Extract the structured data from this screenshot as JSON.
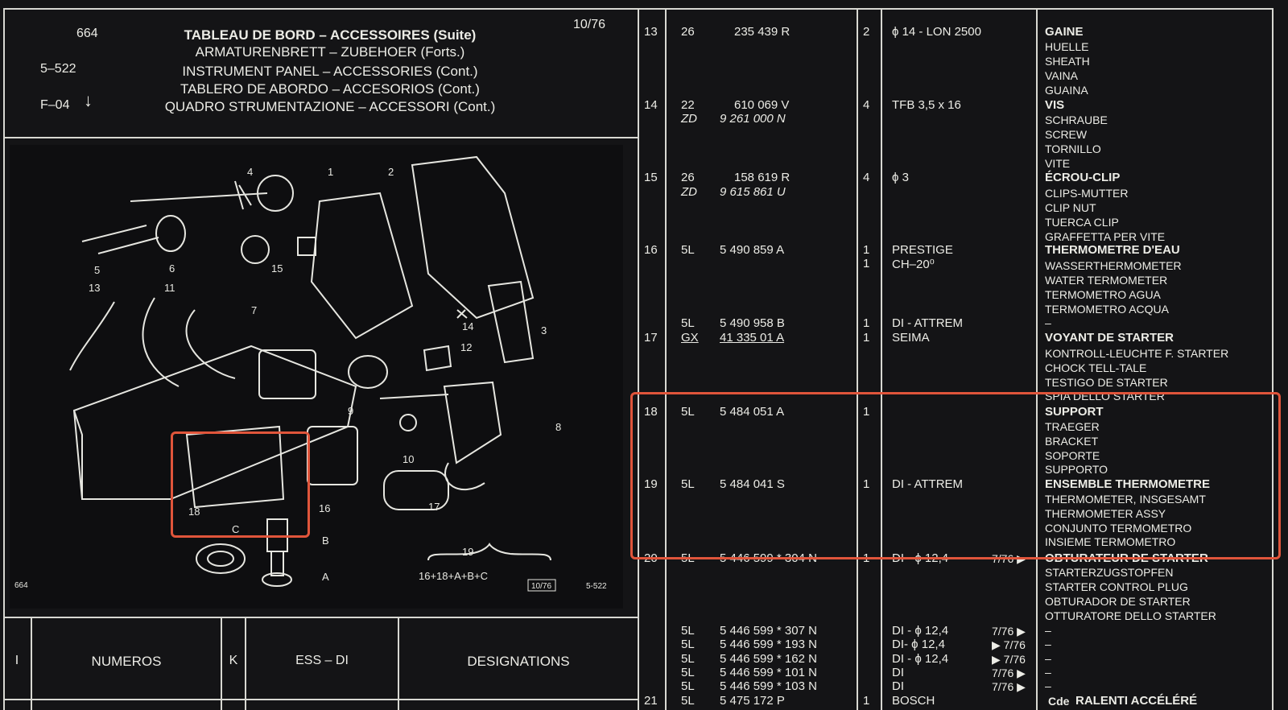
{
  "header": {
    "page_number": "664",
    "section_ref": "5–522",
    "figure_ref": "F–04",
    "figure_arrow": "↓",
    "date": "10/76",
    "titles": [
      "TABLEAU DE BORD – ACCESSOIRES (Suite)",
      "ARMATURENBRETT – ZUBEHOER (Forts.)",
      "INSTRUMENT PANEL – ACCESSORIES (Cont.)",
      "TABLERO DE ABORDO – ACCESORIOS (Cont.)",
      "QUADRO STRUMENTAZIONE – ACCESSORI (Cont.)"
    ]
  },
  "diagram": {
    "callouts": [
      "1",
      "2",
      "3",
      "4",
      "5",
      "6",
      "7",
      "8",
      "9",
      "10",
      "11",
      "12",
      "13",
      "14",
      "15",
      "16",
      "17",
      "18",
      "19",
      "A",
      "B",
      "C"
    ],
    "group_formula": "16+18+A+B+C",
    "footer_left": "664",
    "footer_date": "10/76",
    "footer_right": "5-522"
  },
  "table_header": {
    "col_index": "I",
    "col_numbers": "NUMEROS",
    "col_k": "K",
    "col_ess": "ESS – DI",
    "col_designations": "DESIGNATIONS"
  },
  "parts": {
    "r13": {
      "item": "13",
      "code": "26",
      "number": "235 439 R",
      "qty": "2",
      "spec": "ϕ 14 - LON 2500",
      "names": [
        "GAINE",
        "HUELLE",
        "SHEATH",
        "VAINA",
        "GUAINA"
      ]
    },
    "r14": {
      "item": "14",
      "code": "22",
      "number": "610 069 V",
      "code2": "ZD",
      "number2": "9 261 000 N",
      "qty": "4",
      "spec": "TFB 3,5 x 16",
      "names": [
        "VIS",
        "SCHRAUBE",
        "SCREW",
        "TORNILLO",
        "VITE"
      ]
    },
    "r15": {
      "item": "15",
      "code": "26",
      "number": "158 619 R",
      "code2": "ZD",
      "number2": "9 615 861 U",
      "qty": "4",
      "spec": "ϕ 3",
      "names": [
        "ÉCROU-CLIP",
        "CLIPS-MUTTER",
        "CLIP NUT",
        "TUERCA CLIP",
        "GRAFFETTA PER VITE"
      ]
    },
    "r16": {
      "item": "16",
      "code": "5L",
      "number": "5 490 859 A",
      "qty1": "1",
      "qty2": "1",
      "spec1": "PRESTIGE",
      "spec2": "CH–20⁰",
      "names": [
        "THERMOMETRE D'EAU",
        "WASSERTHERMOMETER",
        "WATER TERMOMETER",
        "TERMOMETRO AGUA",
        "TERMOMETRO ACQUA"
      ]
    },
    "r16b": {
      "code": "5L",
      "number": "5 490 958 B",
      "qty": "1",
      "spec": "DI - ATTREM",
      "name": "–"
    },
    "r17": {
      "item": "17",
      "code": "GX",
      "number": "41 335 01 A",
      "qty": "1",
      "spec": "SEIMA",
      "names": [
        "VOYANT DE STARTER",
        "KONTROLL-LEUCHTE F. STARTER",
        "CHOCK TELL-TALE",
        "TESTIGO DE STARTER",
        "SPIA DELLO STARTER"
      ]
    },
    "r18": {
      "item": "18",
      "code": "5L",
      "number": "5 484 051 A",
      "qty": "1",
      "names": [
        "SUPPORT",
        "TRAEGER",
        "BRACKET",
        "SOPORTE",
        "SUPPORTO"
      ]
    },
    "r19": {
      "item": "19",
      "code": "5L",
      "number": "5 484 041 S",
      "qty": "1",
      "spec": "DI - ATTREM",
      "names": [
        "ENSEMBLE THERMOMETRE",
        "THERMOMETER, INSGESAMT",
        "THERMOMETER ASSY",
        "CONJUNTO TERMOMETRO",
        "INSIEME TERMOMETRO"
      ]
    },
    "r20": {
      "item": "20",
      "code": "5L",
      "number": "5 446 599 * 304 N",
      "qty": "1",
      "spec": "DI - ϕ 12,4",
      "date": "7/76 ▶",
      "names": [
        "OBTURATEUR DE STARTER",
        "STARTERZUGSTOPFEN",
        "STARTER CONTROL PLUG",
        "OBTURADOR DE STARTER",
        "OTTURATORE DELLO STARTER"
      ]
    },
    "r20v": [
      {
        "code": "5L",
        "number": "5 446 599 * 307 N",
        "spec": "DI - ϕ 12,4",
        "date": "7/76 ▶",
        "name": "–"
      },
      {
        "code": "5L",
        "number": "5 446 599 * 193 N",
        "spec": "DI- ϕ 12,4",
        "date": "▶ 7/76",
        "name": "–"
      },
      {
        "code": "5L",
        "number": "5 446 599 * 162 N",
        "spec": "DI - ϕ 12,4",
        "date": "▶ 7/76",
        "name": "–"
      },
      {
        "code": "5L",
        "number": "5 446 599 * 101 N",
        "spec": "DI",
        "date": "7/76 ▶",
        "name": "–"
      },
      {
        "code": "5L",
        "number": "5 446 599 * 103 N",
        "spec": "DI",
        "date": "7/76 ▶",
        "name": "–"
      }
    ],
    "r21": {
      "item": "21",
      "code": "5L",
      "number": "5 475 172 P",
      "qty": "1",
      "spec": "BOSCH",
      "name_prefix": "Cde",
      "name": "RALENTI ACCÉLÉRÉ"
    }
  },
  "highlight_color": "#e0553b"
}
